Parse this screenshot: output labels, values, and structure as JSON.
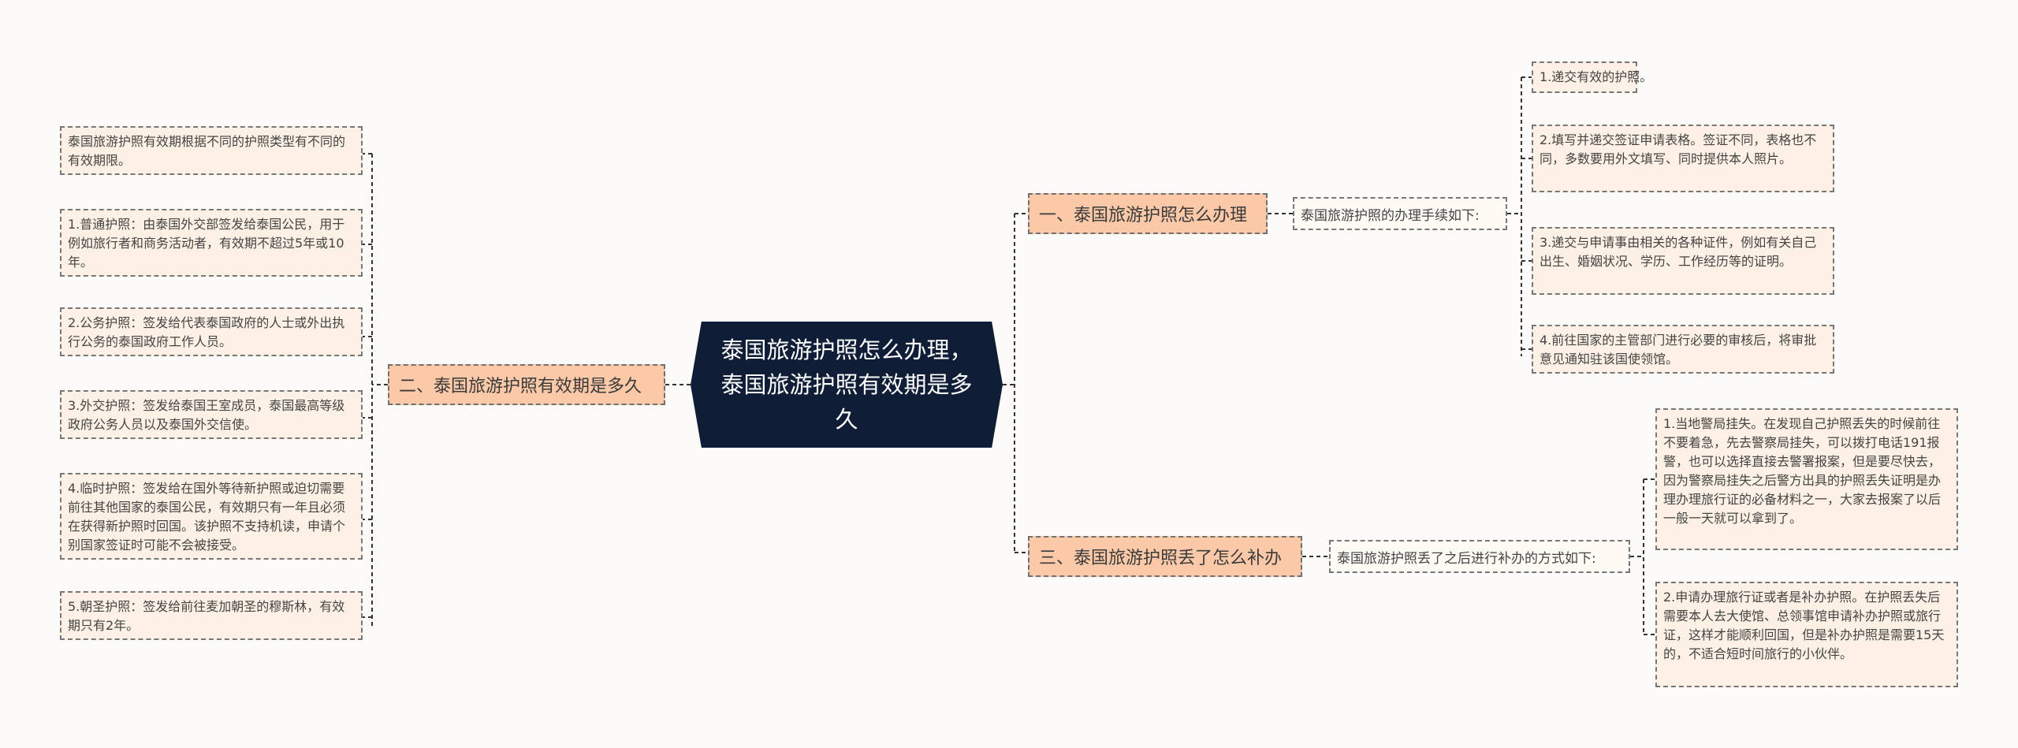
{
  "root": {
    "title": "泰国旅游护照怎么办理，泰国旅游护照有效期是多久"
  },
  "branches": {
    "b1": {
      "label": "一、泰国旅游护照怎么办理",
      "mid": "泰国旅游护照的办理手续如下:",
      "items": [
        "1.递交有效的护照。",
        "2.填写并递交签证申请表格。签证不同，表格也不同，多数要用外文填写、同时提供本人照片。",
        "3.递交与申请事由相关的各种证件，例如有关自己出生、婚姻状况、学历、工作经历等的证明。",
        "4.前往国家的主管部门进行必要的审核后，将审批意见通知驻该国使领馆。"
      ]
    },
    "b2": {
      "label": "二、泰国旅游护照有效期是多久",
      "items": [
        "泰国旅游护照有效期根据不同的护照类型有不同的有效期限。",
        "1.普通护照：由泰国外交部签发给泰国公民，用于例如旅行者和商务活动者，有效期不超过5年或10年。",
        "2.公务护照：签发给代表泰国政府的人士或外出执行公务的泰国政府工作人员。",
        "3.外交护照：签发给泰国王室成员，泰国最高等级政府公务人员以及泰国外交信使。",
        "4.临时护照：签发给在国外等待新护照或迫切需要前往其他国家的泰国公民，有效期只有一年且必须在获得新护照时回国。该护照不支持机读，申请个别国家签证时可能不会被接受。",
        "5.朝圣护照：签发给前往麦加朝圣的穆斯林，有效期只有2年。"
      ]
    },
    "b3": {
      "label": "三、泰国旅游护照丢了怎么补办",
      "mid": "泰国旅游护照丢了之后进行补办的方式如下:",
      "items": [
        "1.当地警局挂失。在发现自己护照丢失的时候前往不要着急，先去警察局挂失，可以拨打电话191报警，也可以选择直接去警署报案，但是要尽快去，因为警察局挂失之后警方出具的护照丢失证明是办理办理旅行证的必备材料之一，大家去报案了以后一般一天就可以拿到了。",
        "2.申请办理旅行证或者是补办护照。在护照丢失后需要本人去大使馆、总领事馆申请补办护照或旅行证，这样才能顺利回国，但是补办护照是需要15天的，不适合短时间旅行的小伙伴。"
      ]
    }
  },
  "colors": {
    "root_bg": "#0f1e36",
    "branch_bg": "#fbc9a8",
    "leaf_bg": "#fdf1e5",
    "line": "#333333"
  }
}
